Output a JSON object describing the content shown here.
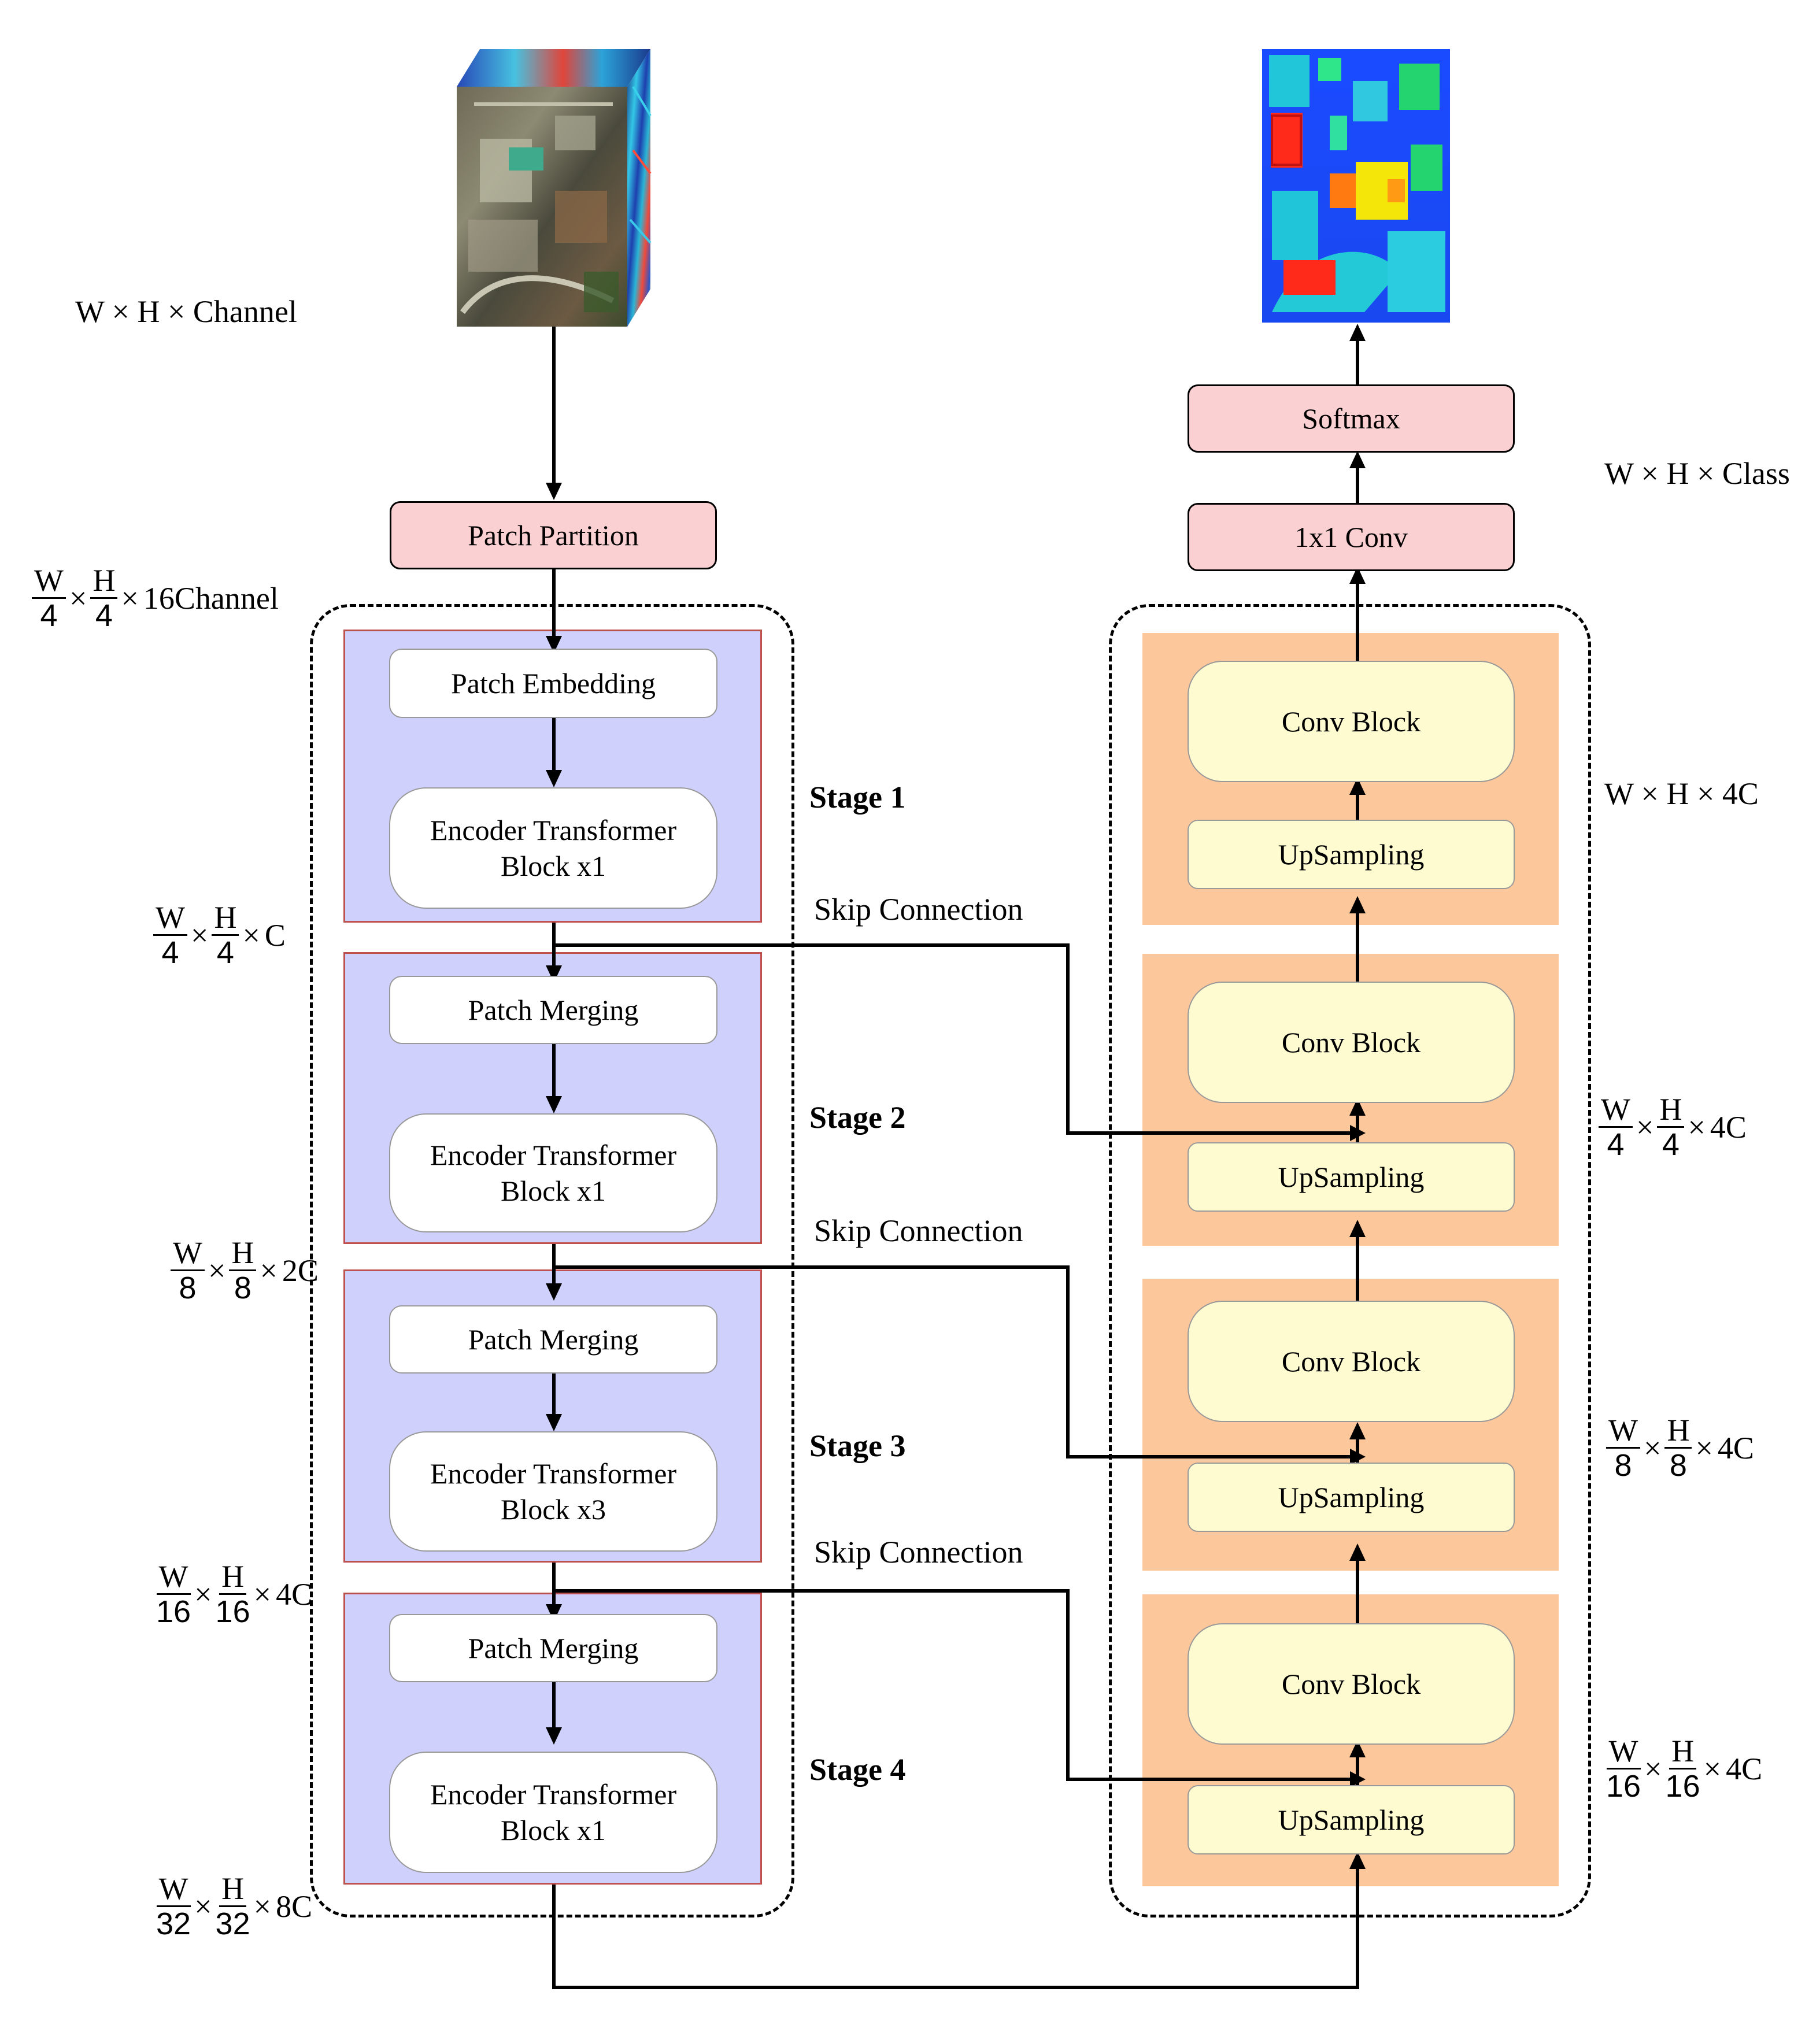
{
  "nodes": {
    "patch_partition": "Patch Partition",
    "softmax": "Softmax",
    "conv1x1": "1x1 Conv"
  },
  "encoder": {
    "stages": [
      {
        "label": "Stage 1",
        "top": "Patch Embedding",
        "block_line1": "Encoder Transformer",
        "block_line2": "Block x1"
      },
      {
        "label": "Stage 2",
        "top": "Patch Merging",
        "block_line1": "Encoder Transformer",
        "block_line2": "Block x1"
      },
      {
        "label": "Stage 3",
        "top": "Patch Merging",
        "block_line1": "Encoder Transformer",
        "block_line2": "Block x3"
      },
      {
        "label": "Stage 4",
        "top": "Patch Merging",
        "block_line1": "Encoder Transformer",
        "block_line2": "Block x1"
      }
    ]
  },
  "decoder": {
    "blocks": [
      {
        "conv": "Conv Block",
        "up": "UpSampling"
      },
      {
        "conv": "Conv Block",
        "up": "UpSampling"
      },
      {
        "conv": "Conv Block",
        "up": "UpSampling"
      },
      {
        "conv": "Conv Block",
        "up": "UpSampling"
      }
    ]
  },
  "skip_label": "Skip Connection",
  "dims": {
    "input": "W × H × Channel",
    "output": "W × H × Class",
    "dec1": "W × H × 4C",
    "left": [
      {
        "n1": "W",
        "d1": "4",
        "n2": "H",
        "d2": "4",
        "rest": "16Channel"
      },
      {
        "n1": "W",
        "d1": "4",
        "n2": "H",
        "d2": "4",
        "rest": "C"
      },
      {
        "n1": "W",
        "d1": "8",
        "n2": "H",
        "d2": "8",
        "rest": "2C"
      },
      {
        "n1": "W",
        "d1": "16",
        "n2": "H",
        "d2": "16",
        "rest": "4C"
      },
      {
        "n1": "W",
        "d1": "32",
        "n2": "H",
        "d2": "32",
        "rest": "8C"
      }
    ],
    "right": [
      {
        "n1": "W",
        "d1": "4",
        "n2": "H",
        "d2": "4",
        "rest": "4C"
      },
      {
        "n1": "W",
        "d1": "8",
        "n2": "H",
        "d2": "8",
        "rest": "4C"
      },
      {
        "n1": "W",
        "d1": "16",
        "n2": "H",
        "d2": "16",
        "rest": "4C"
      }
    ]
  },
  "colors": {
    "stage_fill": "#cfd0fb",
    "stage_border": "#c0504d",
    "decoder_fill": "#fcc79b",
    "decoder_block_fill": "#fefbd0",
    "head_fill": "#fbd0d2"
  },
  "images": {
    "input": "hyperspectral-cube",
    "output": "classification-map"
  }
}
